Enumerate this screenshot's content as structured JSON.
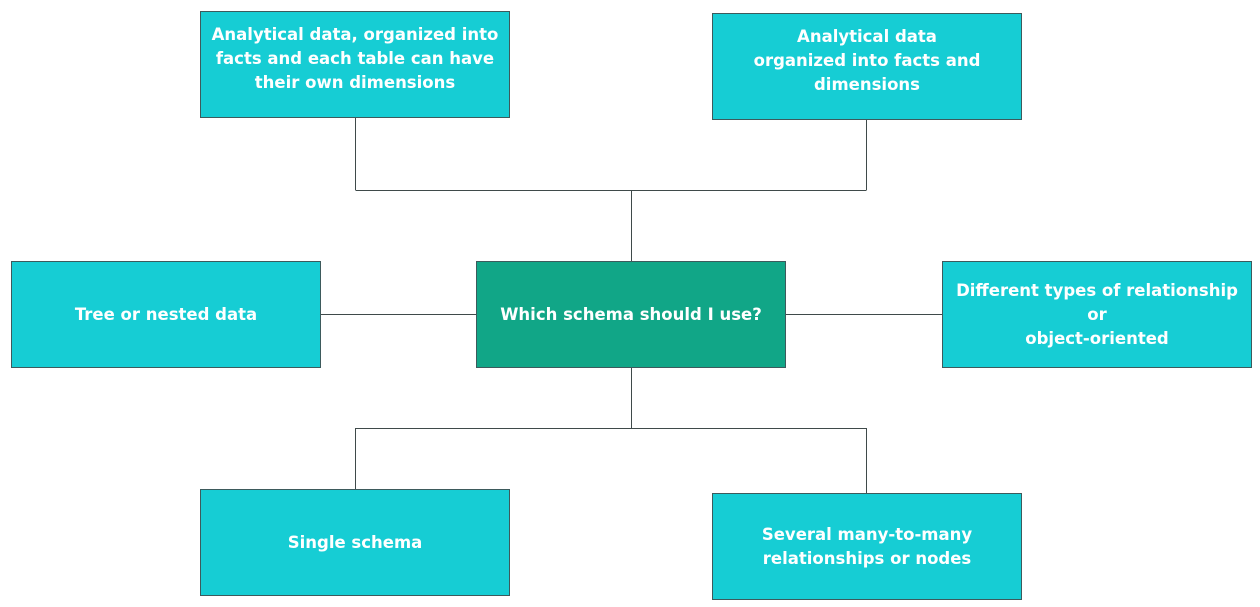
{
  "diagram": {
    "center": {
      "label": "Which schema should I use?"
    },
    "nodes": {
      "top_left": {
        "label": "Analytical data, organized into\nfacts and each table can have\ntheir own dimensions"
      },
      "top_right": {
        "label": "Analytical data\norganized into facts and\ndimensions"
      },
      "left": {
        "label": "Tree or nested data"
      },
      "right": {
        "label": "Different types of relationship or\nobject-oriented"
      },
      "bottom_left": {
        "label": "Single schema"
      },
      "bottom_right": {
        "label": "Several many-to-many\nrelationships or nodes"
      }
    },
    "colors": {
      "leaf_fill": "#16cdd4",
      "center_fill": "#11a687",
      "border": "#3d5a5c",
      "connector": "#3f4a4a",
      "text": "#ffffff"
    }
  }
}
